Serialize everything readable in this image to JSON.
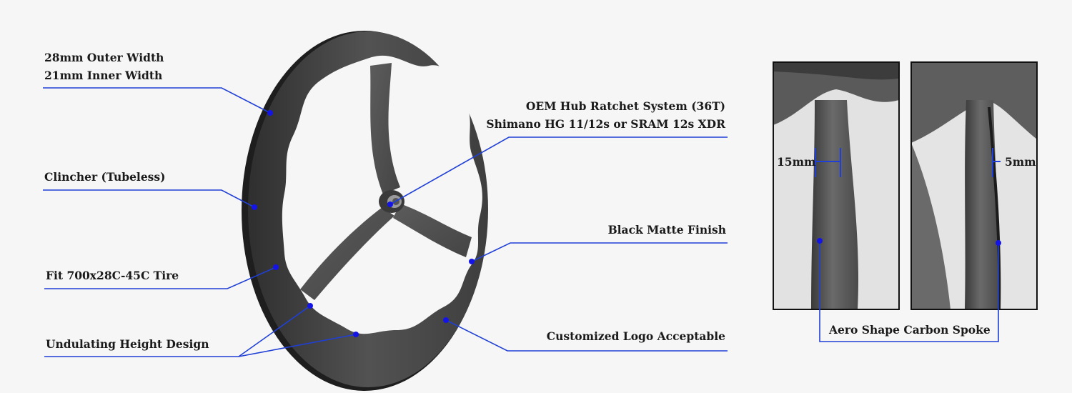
{
  "callouts": {
    "outer_width": "28mm Outer Width",
    "inner_width": "21mm Inner Width",
    "clincher": "Clincher (Tubeless)",
    "tire_fit": "Fit 700x28C-45C Tire",
    "undulating": "Undulating Height Design",
    "hub_ratchet": "OEM Hub Ratchet System (36T)",
    "freehub": "Shimano HG 11/12s or SRAM 12s XDR",
    "finish": "Black Matte Finish",
    "logo": "Customized Logo Acceptable",
    "spoke": "Aero Shape Carbon Spoke"
  },
  "dimensions": {
    "spoke_front": "15mm",
    "spoke_side": "5mm"
  },
  "colors": {
    "leader_line": "#1f3fd6",
    "leader_dot": "#1414e6",
    "label_text": "#1a1a1a",
    "background": "#f6f6f6",
    "carbon": "#4a4a4a"
  }
}
